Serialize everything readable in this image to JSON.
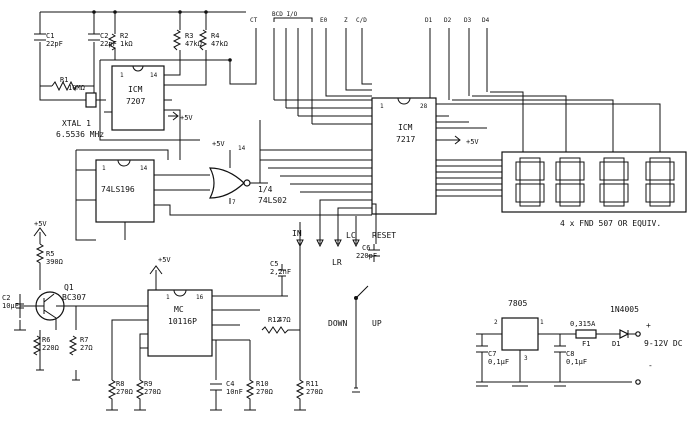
{
  "crystal": {
    "c1": "C1",
    "c1_val": "22pF",
    "c2": "C2",
    "c2_val": "22pF",
    "r1": "R1",
    "r1_val": "10MΩ",
    "label": "XTAL 1",
    "freq": "6.5536 MHz"
  },
  "resistors_top": {
    "r2": "R2",
    "r2_val": "1kΩ",
    "r3": "R3",
    "r3_val": "47kΩ",
    "r4": "R4",
    "r4_val": "47kΩ"
  },
  "ic_7207": {
    "name1": "ICM",
    "name2": "7207",
    "pin1": "1",
    "pin14": "14"
  },
  "vcc": {
    "label": "+5V"
  },
  "ic_74ls196": {
    "name": "74LS196",
    "pin1": "1",
    "pin14": "14"
  },
  "gate": {
    "pin14": "14",
    "pin7": "7",
    "name1": "1/4",
    "name2": "74LS02"
  },
  "ic_7217": {
    "name1": "ICM",
    "name2": "7217",
    "pin1": "1",
    "pin28": "28"
  },
  "bus_labels": {
    "ct": "CT",
    "bcd": "BCD I/O",
    "e0": "E0",
    "z": "Z",
    "cd": "C/D",
    "d1": "D1",
    "d2": "D2",
    "d3": "D3",
    "d4": "D4"
  },
  "display": {
    "digits": [
      "8",
      "8",
      "8",
      "8"
    ],
    "caption": "4 x FND 507 OR EQUIV."
  },
  "controls": {
    "in": "IN",
    "lr": "LR",
    "lc": "LC",
    "reset": "RESET",
    "c6": "C6",
    "c6_val": "220pF",
    "down": "DOWN",
    "up": "UP"
  },
  "transistor": {
    "name": "Q1",
    "type": "BC307",
    "c2": "C2",
    "c2_val": "10µF",
    "r5": "R5",
    "r5_val": "390Ω",
    "r6": "R6",
    "r6_val": "220Ω",
    "r7": "R7",
    "r7_val": "27Ω"
  },
  "mc10116": {
    "name1": "MC",
    "name2": "10116P",
    "pin1": "1",
    "pin16": "16",
    "c5": "C5",
    "c5_val": "2,2nF",
    "r12": "R12",
    "r12_val": "47Ω"
  },
  "bottom_parts": {
    "r8": "R8",
    "r8_val": "270Ω",
    "r9": "R9",
    "r9_val": "270Ω",
    "c4": "C4",
    "c4_val": "10nF",
    "r10": "R10",
    "r10_val": "270Ω",
    "r11": "R11",
    "r11_val": "270Ω"
  },
  "psu": {
    "reg": "7805",
    "pin2": "2",
    "pin1": "1",
    "pin3": "3",
    "c7": "C7",
    "c7_val": "0,1µF",
    "c8": "C8",
    "c8_val": "0,1µF",
    "fuse_val": "0,315A",
    "fuse": "F1",
    "diode_type": "1N4005",
    "diode": "D1",
    "plus": "+",
    "vin": "9-12V DC",
    "minus": "-"
  }
}
